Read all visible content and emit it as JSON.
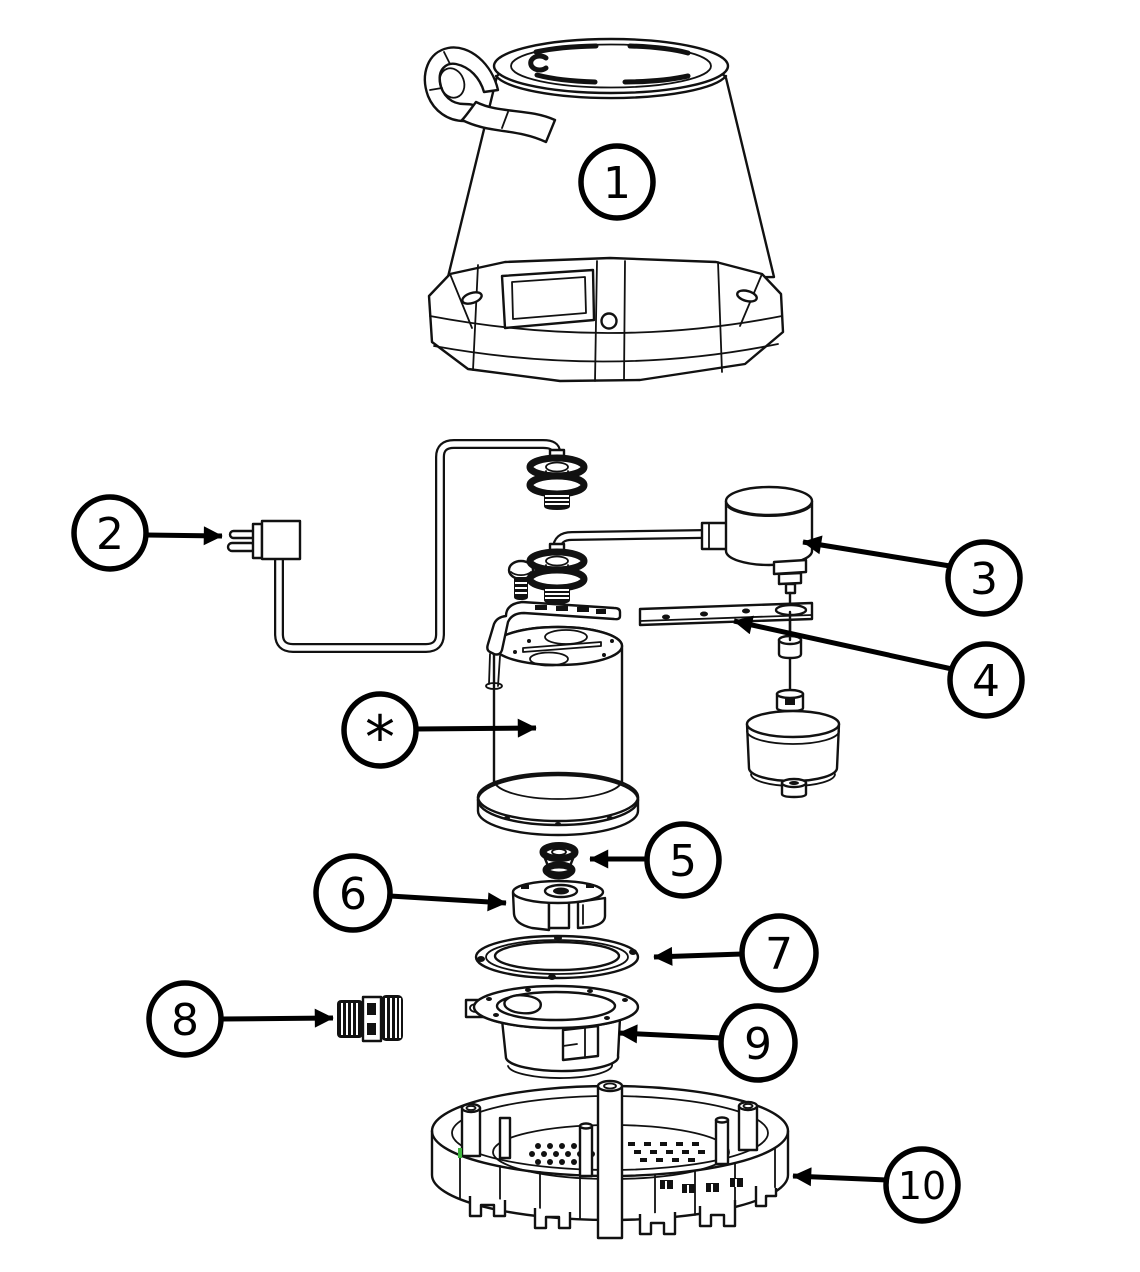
{
  "diagram": {
    "type": "exploded_parts_diagram",
    "subject": "submersible sump pump",
    "background_color": "#ffffff",
    "line_color": "#111111",
    "incidental_mark_color": "#3cb53c",
    "callouts": [
      {
        "label": "1",
        "part": "pump-housing-cover"
      },
      {
        "label": "2",
        "part": "power-plug-and-cord"
      },
      {
        "label": "3",
        "part": "float-switch"
      },
      {
        "label": "4",
        "part": "float-rod-bracket"
      },
      {
        "label": "*",
        "part": "motor-unit"
      },
      {
        "label": "5",
        "part": "shaft-sleeve"
      },
      {
        "label": "6",
        "part": "impeller"
      },
      {
        "label": "7",
        "part": "seal-ring"
      },
      {
        "label": "8",
        "part": "hose-adapter"
      },
      {
        "label": "9",
        "part": "volute-cover"
      },
      {
        "label": "10",
        "part": "base-strainer"
      }
    ]
  }
}
